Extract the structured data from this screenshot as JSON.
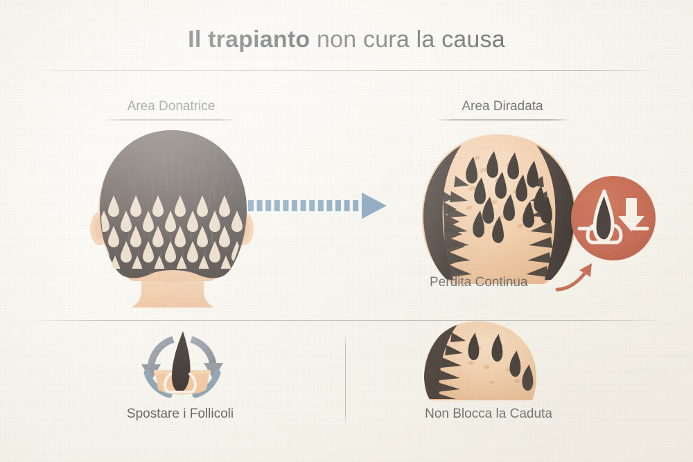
{
  "page": {
    "title_bold": "Il trapianto",
    "title_rest": "non cura la causa",
    "background_color": "#faf8f2",
    "text_color": "#5a5f62"
  },
  "sections": {
    "donor": {
      "heading": "Area Donatrice",
      "figure_name": "back-of-head-donor-area-illustration"
    },
    "thinning": {
      "heading": "Area Diradata",
      "figure_name": "balding-head-thinning-area-illustration",
      "caption": "Perdita Continua",
      "badge_name": "continuing-hair-loss-badge"
    },
    "transfer_arrow": {
      "name": "dashed-transfer-arrow",
      "color": "#6e96b5",
      "dash_count": 13
    }
  },
  "footer": {
    "items": [
      {
        "label": "Spostare i Follicoli",
        "icon": "follicle-relocation-icon"
      },
      {
        "label": "Non Blocca la Caduta",
        "icon": "balding-scalp-icon"
      }
    ]
  },
  "colors": {
    "accent_orange": "#c4634a",
    "accent_blue": "#6e96b5",
    "hair_dark": "#3a3230",
    "skin": "#f2c9a4",
    "scalp": "#f5cfae",
    "rule": "#aaa69c"
  }
}
